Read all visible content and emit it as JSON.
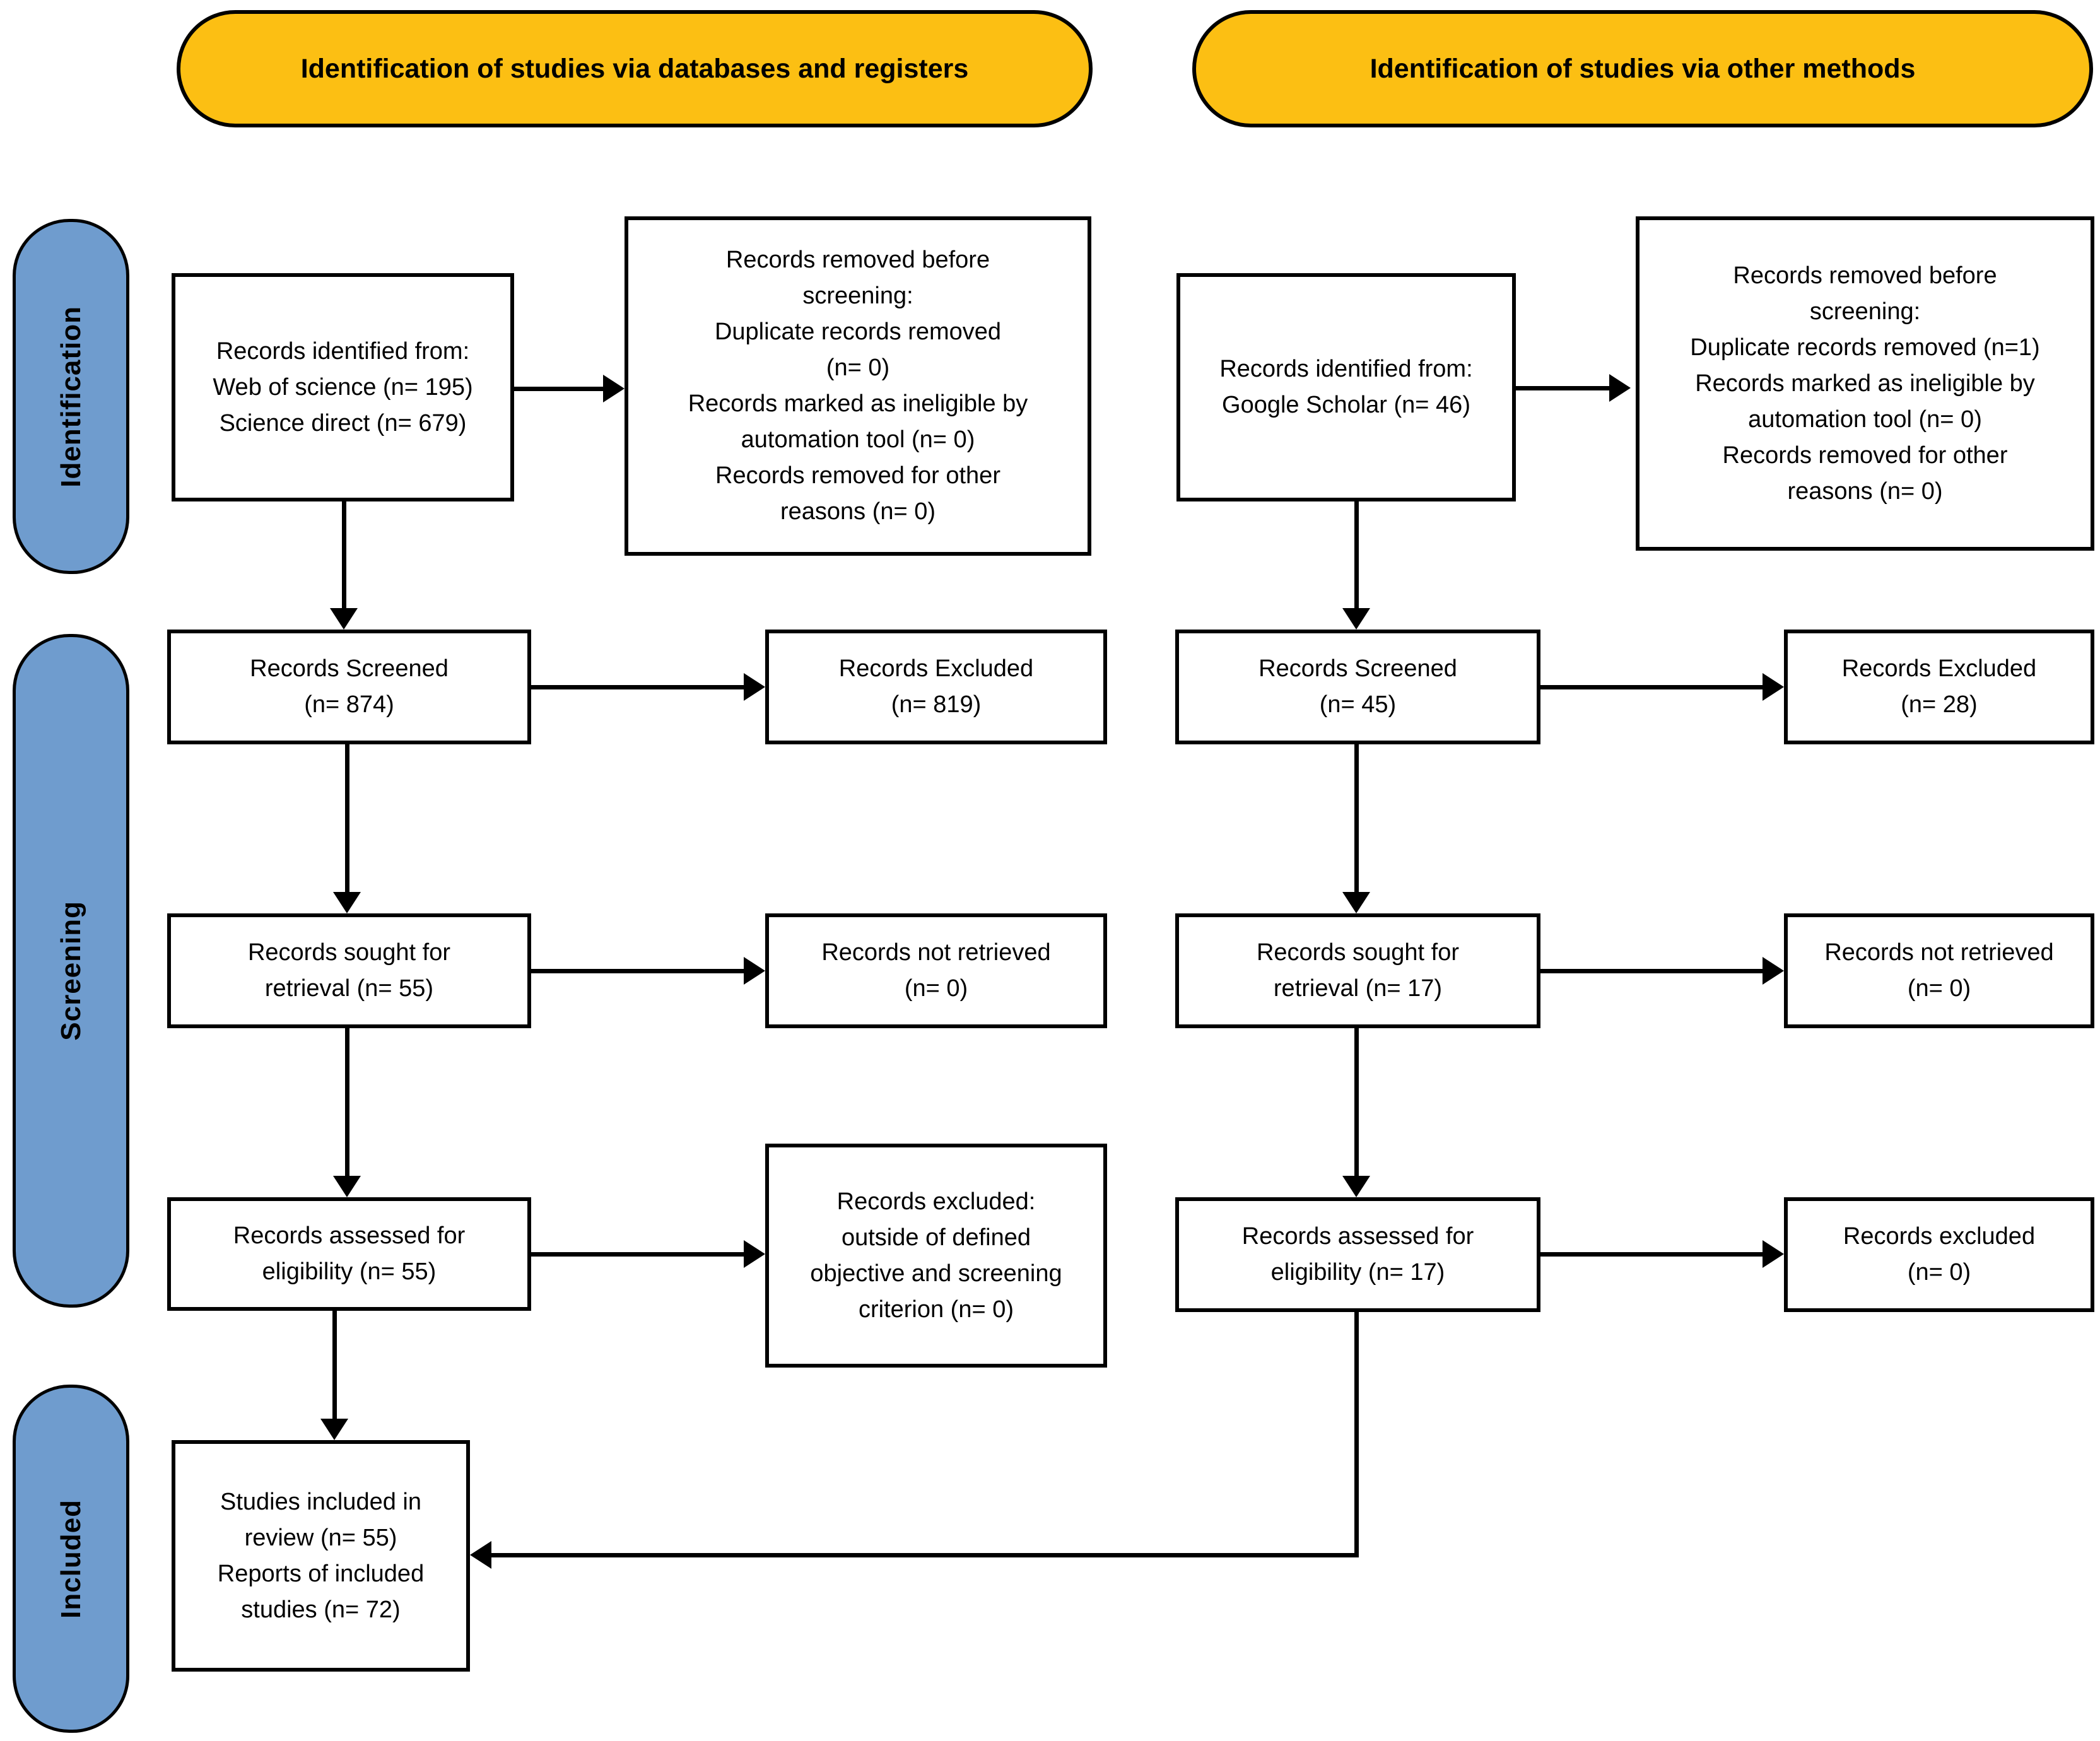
{
  "colors": {
    "header_bg": "#FCBF13",
    "stage_bg": "#6F9CCE",
    "box_bg": "#FFFFFF",
    "line": "#000000"
  },
  "headers": {
    "left": "Identification of studies via databases and registers",
    "right": "Identification of studies via other methods"
  },
  "stages": {
    "identification": "Identification",
    "screening": "Screening",
    "included": "Included"
  },
  "db": {
    "identified": "Records identified from:\nWeb of science (n= 195)\nScience direct (n= 679)",
    "removed": "Records removed before\nscreening:\nDuplicate records removed\n(n= 0)\nRecords marked as ineligible by\nautomation tool (n= 0)\nRecords removed for other\nreasons (n= 0)",
    "screened": "Records Screened\n(n= 874)",
    "excluded": "Records Excluded\n(n= 819)",
    "sought": "Records sought for\nretrieval  (n= 55)",
    "not_retrieved": "Records not retrieved\n(n= 0)",
    "assessed": "Records assessed for\neligibility (n= 55)",
    "assessed_excluded": "Records excluded:\noutside of defined\nobjective and screening\ncriterion (n= 0)"
  },
  "other": {
    "identified": "Records identified from:\nGoogle Scholar (n= 46)",
    "removed": "Records removed before\nscreening:\nDuplicate records removed (n=1)\nRecords marked as ineligible by\nautomation tool (n= 0)\nRecords removed for other\nreasons (n= 0)",
    "screened": "Records Screened\n(n= 45)",
    "excluded": "Records Excluded\n(n= 28)",
    "sought": "Records sought for\nretrieval (n= 17)",
    "not_retrieved": "Records not retrieved\n(n= 0)",
    "assessed": "Records assessed for\neligibility (n= 17)",
    "assessed_excluded": "Records excluded\n(n= 0)"
  },
  "included_box": "Studies included in\nreview (n= 55)\nReports of included\nstudies (n= 72)"
}
